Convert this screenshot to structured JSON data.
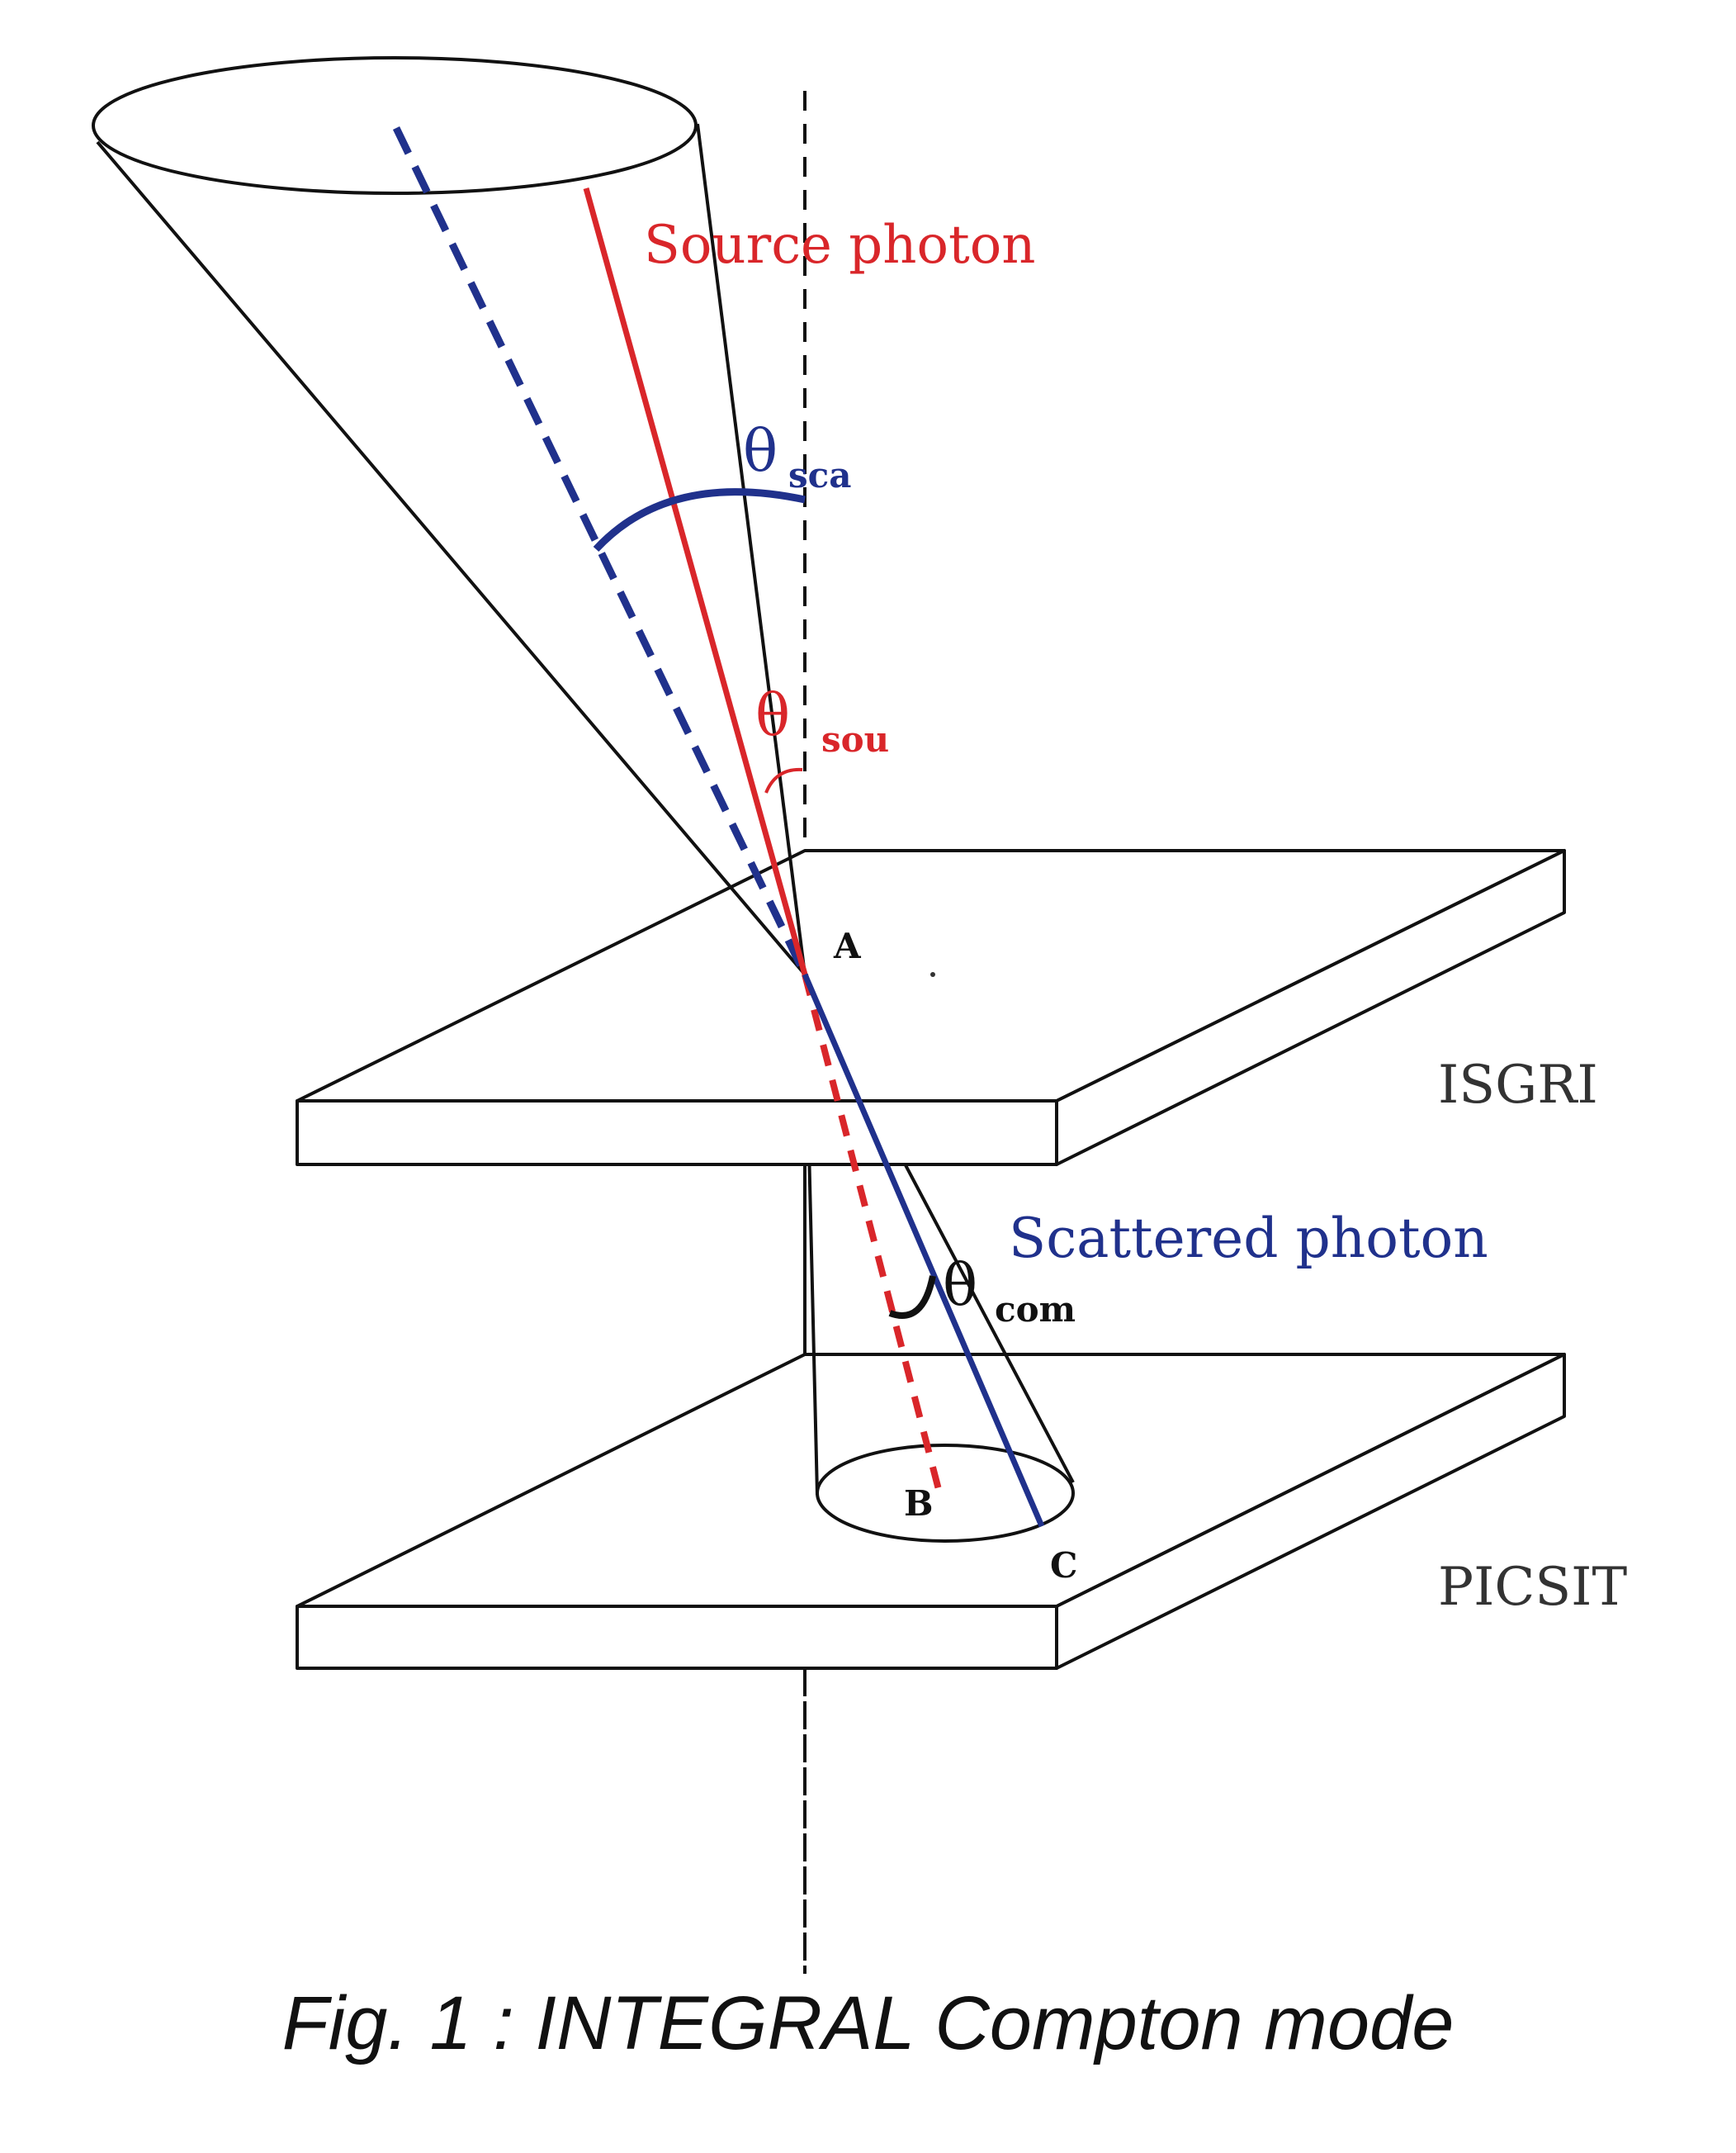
{
  "diagram": {
    "labels": {
      "source_photon": "Source photon",
      "scattered_photon": "Scattered photon",
      "isgri": "ISGRI",
      "picsit": "PICSIT",
      "point_a": "A",
      "point_b": "B",
      "point_c": "C"
    },
    "angles": {
      "theta_sca": {
        "symbol": "θ",
        "subscript": "sca"
      },
      "theta_sou": {
        "symbol": "θ",
        "subscript": "sou"
      },
      "theta_com": {
        "symbol": "θ",
        "subscript": "com"
      }
    },
    "colors": {
      "source": "#d9262a",
      "scattered": "#20318c",
      "outline": "#111111",
      "plate_label": "#333333"
    }
  },
  "caption": "Fig. 1 : INTEGRAL Compton mode"
}
